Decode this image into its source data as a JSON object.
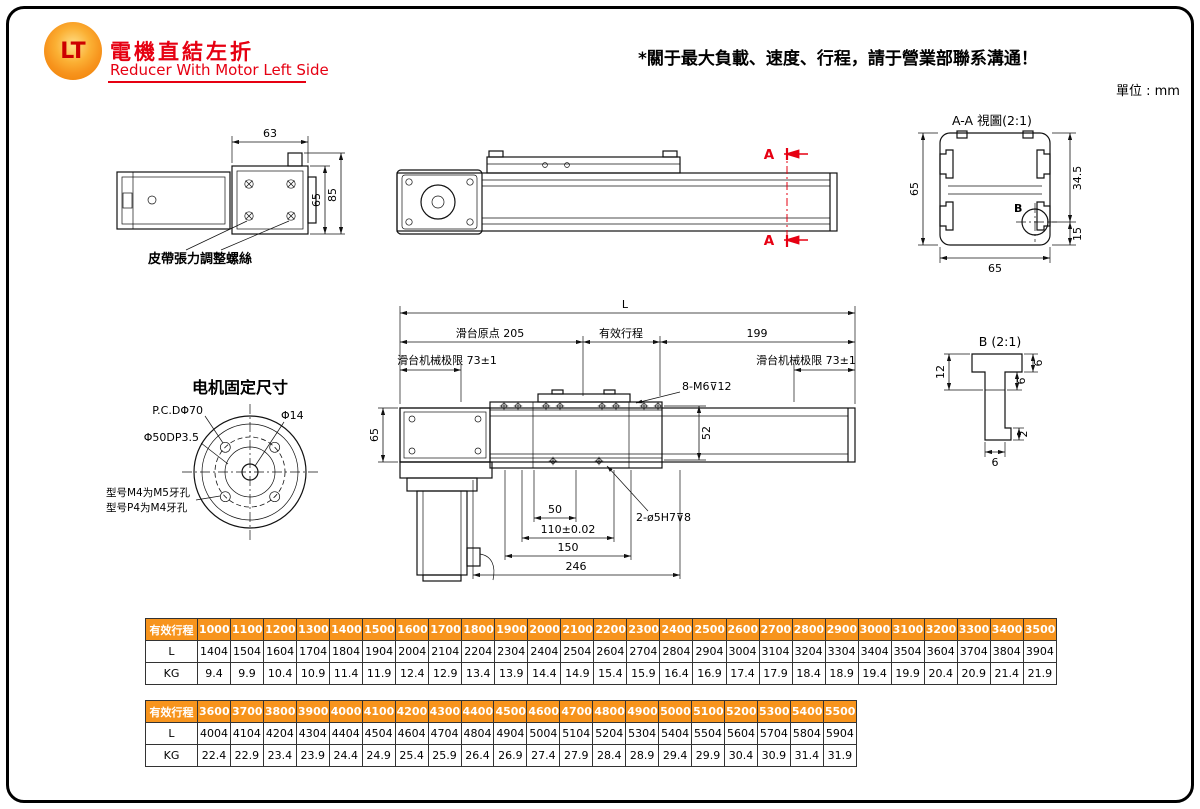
{
  "header": {
    "logo_text": "LT",
    "title_zh": "電機直結左折",
    "title_en": "Reducer With Motor Left Side",
    "note": "*關于最大負載、速度、行程，請于營業部聯系溝通！",
    "unit_label": "單位 : mm"
  },
  "colors": {
    "accent_red": "#e60012",
    "logo_orange": "#f7941d",
    "table_header_orange": "#f7941d"
  },
  "side_view": {
    "dim_width": "63",
    "dim_height_inner": "65",
    "dim_height_outer": "85",
    "belt_screw_label": "皮帶張力調整螺絲"
  },
  "top_view": {
    "section_marker": "A"
  },
  "section_view": {
    "title": "A-A 視圖(2:1)",
    "dim_left": "65",
    "dim_right_upper": "34.5",
    "dim_right_lower": "15",
    "dim_bottom": "65",
    "detail_marker": "B"
  },
  "detail_b": {
    "title": "B (2:1)",
    "dim_12": "12",
    "dim_6_top": "6",
    "dim_6_right": "6",
    "dim_2": "2",
    "dim_6_bottom": "6"
  },
  "main_view": {
    "dim_total": "L",
    "origin_label": "滑台原点 205",
    "stroke_label": "有效行程",
    "dim_199": "199",
    "limit_left": "滑台机械极限 73±1",
    "limit_right": "滑台机械极限 73±1",
    "screw_label": "8-M6⊽12",
    "dim_65": "65",
    "dim_52": "52",
    "dim_50": "50",
    "dim_110": "110±0.02",
    "dim_150": "150",
    "dim_246": "246",
    "pin_label": "2-ø5H7⊽8"
  },
  "motor_mount": {
    "title": "电机固定尺寸",
    "pcd_label": "P.C.DΦ70",
    "d14_label": "Φ14",
    "d50_label": "Φ50DP3.5",
    "note_m4": "型号M4为M5牙孔",
    "note_p4": "型号P4为M4牙孔"
  },
  "tables": [
    {
      "rows": [
        {
          "key": "stroke",
          "type": "header",
          "label": "有效行程",
          "values": [
            "1000",
            "1100",
            "1200",
            "1300",
            "1400",
            "1500",
            "1600",
            "1700",
            "1800",
            "1900",
            "2000",
            "2100",
            "2200",
            "2300",
            "2400",
            "2500",
            "2600",
            "2700",
            "2800",
            "2900",
            "3000",
            "3100",
            "3200",
            "3300",
            "3400",
            "3500"
          ]
        },
        {
          "key": "L",
          "type": "body",
          "label": "L",
          "values": [
            "1404",
            "1504",
            "1604",
            "1704",
            "1804",
            "1904",
            "2004",
            "2104",
            "2204",
            "2304",
            "2404",
            "2504",
            "2604",
            "2704",
            "2804",
            "2904",
            "3004",
            "3104",
            "3204",
            "3304",
            "3404",
            "3504",
            "3604",
            "3704",
            "3804",
            "3904"
          ]
        },
        {
          "key": "KG",
          "type": "body",
          "label": "KG",
          "values": [
            "9.4",
            "9.9",
            "10.4",
            "10.9",
            "11.4",
            "11.9",
            "12.4",
            "12.9",
            "13.4",
            "13.9",
            "14.4",
            "14.9",
            "15.4",
            "15.9",
            "16.4",
            "16.9",
            "17.4",
            "17.9",
            "18.4",
            "18.9",
            "19.4",
            "19.9",
            "20.4",
            "20.9",
            "21.4",
            "21.9"
          ]
        }
      ]
    },
    {
      "rows": [
        {
          "key": "stroke",
          "type": "header",
          "label": "有效行程",
          "values": [
            "3600",
            "3700",
            "3800",
            "3900",
            "4000",
            "4100",
            "4200",
            "4300",
            "4400",
            "4500",
            "4600",
            "4700",
            "4800",
            "4900",
            "5000",
            "5100",
            "5200",
            "5300",
            "5400",
            "5500"
          ]
        },
        {
          "key": "L",
          "type": "body",
          "label": "L",
          "values": [
            "4004",
            "4104",
            "4204",
            "4304",
            "4404",
            "4504",
            "4604",
            "4704",
            "4804",
            "4904",
            "5004",
            "5104",
            "5204",
            "5304",
            "5404",
            "5504",
            "5604",
            "5704",
            "5804",
            "5904"
          ]
        },
        {
          "key": "KG",
          "type": "body",
          "label": "KG",
          "values": [
            "22.4",
            "22.9",
            "23.4",
            "23.9",
            "24.4",
            "24.9",
            "25.4",
            "25.9",
            "26.4",
            "26.9",
            "27.4",
            "27.9",
            "28.4",
            "28.9",
            "29.4",
            "29.9",
            "30.4",
            "30.9",
            "31.4",
            "31.9"
          ]
        }
      ]
    }
  ]
}
